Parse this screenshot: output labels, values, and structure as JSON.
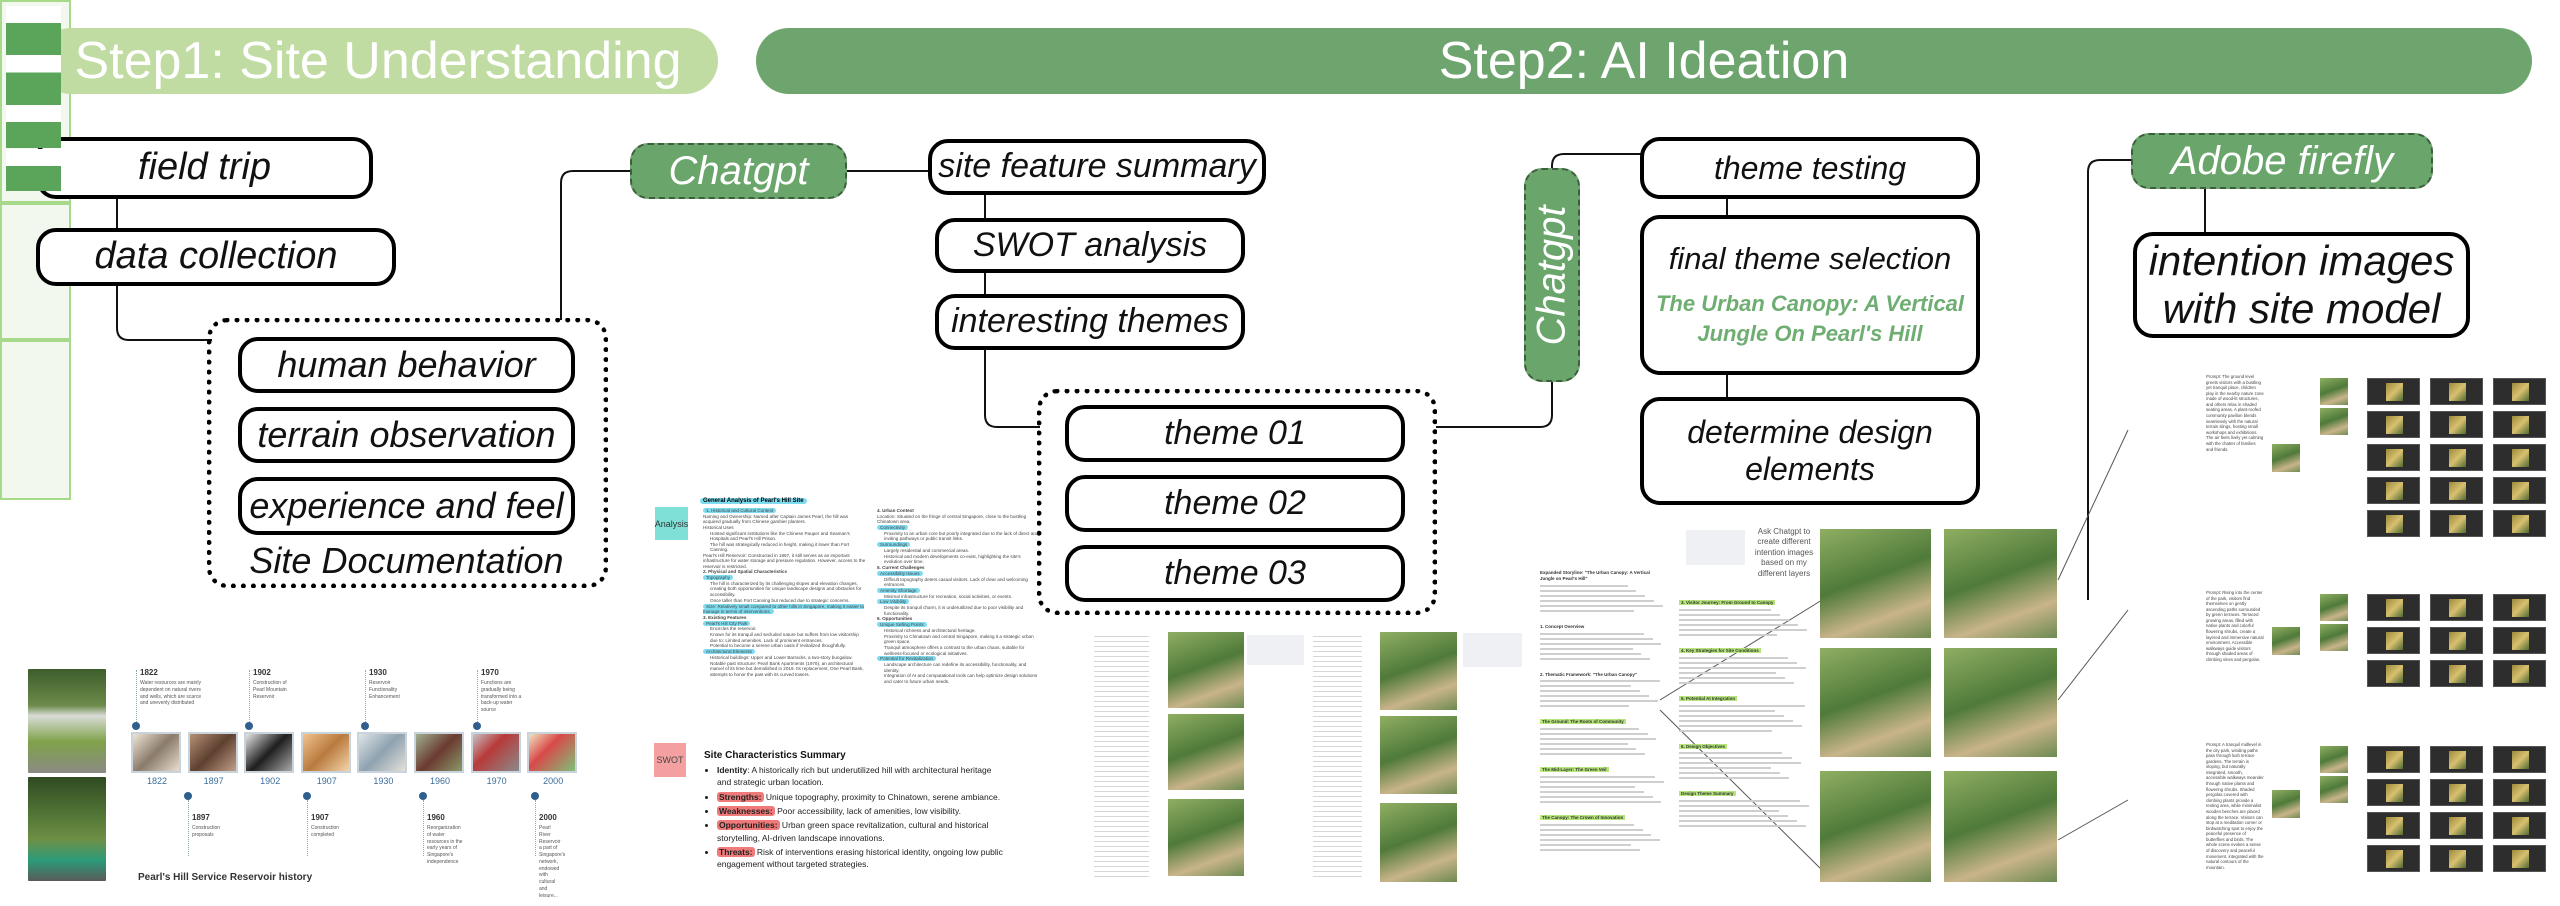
{
  "headers": {
    "step1": "Step1: Site Understanding",
    "step2": "Step2: AI Ideation",
    "step1_color": "#c1dca3",
    "step2_color": "#6ea56e"
  },
  "step1": {
    "field_trip": "field trip",
    "data_collection": "data collection",
    "documentation_items": [
      "human behavior",
      "terrain observation",
      "experience and feel"
    ],
    "documentation_label": "Site Documentation"
  },
  "step2": {
    "tool1": "Chatgpt",
    "outputs1": [
      "site feature summary",
      "SWOT analysis",
      "interesting themes"
    ],
    "themes": [
      "theme 01",
      "theme 02",
      "theme 03"
    ],
    "tool2": "Chatgpt",
    "theme_testing": "theme testing",
    "final_theme_selection": "final theme selection",
    "selected_theme": "The Urban Canopy: A Vertical Jungle On Pearl's Hill",
    "design_elements": "determine design elements",
    "tool3": "Adobe firefly",
    "intention_images": "intention images with site model",
    "pill_color": "#6aa66b",
    "theme_color": "#6fae72"
  },
  "timeline": {
    "title": "Pearl's Hill Service Reservoir history",
    "thumb_years": [
      "1822",
      "1897",
      "1902",
      "1907",
      "1930",
      "1960",
      "1970",
      "2000"
    ],
    "events_top": [
      {
        "year": "1822",
        "text": "Water resources are mainly dependent on natural rivers and wells, which are scarce and unevenly distributed"
      },
      {
        "year": "1902",
        "text": "Construction of Pearl Mountain Reservoir"
      },
      {
        "year": "1930",
        "text": "Reservoir Functionality Enhancement"
      },
      {
        "year": "1970",
        "text": "Functions are gradually being transformed into a back-up water source"
      }
    ],
    "events_bottom": [
      {
        "year": "1897",
        "text": "Construction proposals"
      },
      {
        "year": "1907",
        "text": "Construction completed"
      },
      {
        "year": "1960",
        "text": "Reorganization of water resources in the early years of Singapore's independence"
      },
      {
        "year": "2000",
        "text": "Pearl River Reservoir a part of Singapore's network, endowed with cultural and leisure..."
      }
    ]
  },
  "analysis": {
    "label": "Analysis",
    "title": "General Analysis of Pearl's Hill Site",
    "col1": [
      {
        "type": "tag",
        "text": "1. Historical and Cultural Context"
      },
      {
        "type": "bullet",
        "text": "Naming and Ownership: Named after Captain James Pearl, the hill was acquired gradually from Chinese gambier planters."
      },
      {
        "type": "bullet",
        "text": "Historical Uses"
      },
      {
        "type": "sub",
        "text": "Hosted significant institutions like the Chinese Pauper and Seaman's Hospitals and Pearl's Hill Prison."
      },
      {
        "type": "sub",
        "text": "The hill was strategically reduced in height, making it lower than Fort Canning."
      },
      {
        "type": "bullet",
        "text": "Pearl's Hill Reservoir: Constructed in 1897, it still serves as an important infrastructure for water storage and pressure regulation. However, access to the reservoir is restricted."
      },
      {
        "type": "head",
        "text": "2. Physical and Spatial Characteristics"
      },
      {
        "type": "tag",
        "text": "Topography"
      },
      {
        "type": "sub",
        "text": "The hill is characterized by its challenging slopes and elevation changes, creating both opportunities for unique landscape designs and obstacles for accessibility."
      },
      {
        "type": "sub",
        "text": "Once taller than Fort Canning but reduced due to strategic concerns."
      },
      {
        "type": "tag",
        "text": "Size: Relatively small compared to other hills in Singapore, making it easier to manage in terms of interventions."
      },
      {
        "type": "head",
        "text": "3. Existing Features"
      },
      {
        "type": "tag",
        "text": "Pearl's Hill City Park"
      },
      {
        "type": "sub",
        "text": "Encircles the reservoir."
      },
      {
        "type": "sub",
        "text": "Known for its tranquil and secluded nature but suffers from low visitorship due to: Limited amenities. Lack of prominent entrances."
      },
      {
        "type": "sub",
        "text": "Potential to become a serene urban oasis if revitalized thoughtfully."
      },
      {
        "type": "tag",
        "text": "Architectural Elements"
      },
      {
        "type": "sub",
        "text": "Historical buildings: Upper and Lower Barracks, a two-story bungalow."
      },
      {
        "type": "sub",
        "text": "Notable past structure: Pearl Bank Apartments (1976), an architectural marvel of its time but demolished in 2019. Its replacement, One Pearl Bank, attempts to honor the past with its curved towers."
      }
    ],
    "col2": [
      {
        "type": "head",
        "text": "4. Urban Context"
      },
      {
        "type": "bullet",
        "text": "Location: Situated on the fringe of central Singapore, close to the bustling Chinatown area."
      },
      {
        "type": "tag",
        "text": "Connectivity"
      },
      {
        "type": "sub",
        "text": "Proximity to an urban core but poorly integrated due to the lack of direct and inviting pathways or public transit links."
      },
      {
        "type": "tag",
        "text": "Surroundings"
      },
      {
        "type": "sub",
        "text": "Largely residential and commercial areas."
      },
      {
        "type": "sub",
        "text": "Historical and modern developments co-exist, highlighting the site's evolution over time."
      },
      {
        "type": "head",
        "text": "5. Current Challenges"
      },
      {
        "type": "tag",
        "text": "Accessibility Issues"
      },
      {
        "type": "sub",
        "text": "Difficult topography deters casual visitors. Lack of clear and welcoming entrances."
      },
      {
        "type": "tag",
        "text": "Amenity Shortage"
      },
      {
        "type": "sub",
        "text": "Minimal infrastructure for recreation, social activities, or events."
      },
      {
        "type": "tag",
        "text": "Low Visibility"
      },
      {
        "type": "sub",
        "text": "Despite its tranquil charm, it is underutilized due to poor visibility and functionality."
      },
      {
        "type": "head",
        "text": "6. Opportunities"
      },
      {
        "type": "tag",
        "text": "Unique Selling Points"
      },
      {
        "type": "sub",
        "text": "Historical richness and architectural heritage."
      },
      {
        "type": "sub",
        "text": "Proximity to Chinatown and central Singapore, making it a strategic urban green space."
      },
      {
        "type": "sub",
        "text": "Tranquil atmosphere offers a contrast to the urban chaos, suitable for wellness-focused or ecological initiatives."
      },
      {
        "type": "tag",
        "text": "Potential for Revitalization"
      },
      {
        "type": "sub",
        "text": "Landscape architecture can redefine its accessibility, functionality, and identity."
      },
      {
        "type": "sub",
        "text": "Integration of AI and computational tools can help optimize design solutions and cater to future urban needs."
      }
    ]
  },
  "swot": {
    "label": "SWOT",
    "title": "Site Characteristics Summary",
    "items": [
      {
        "key": "Identity",
        "text": ": A historically rich but underutilized hill with architectural heritage and strategic urban location.",
        "highlight": false
      },
      {
        "key": "Strengths:",
        "text": " Unique topography, proximity to Chinatown, serene ambiance.",
        "highlight": true
      },
      {
        "key": "Weaknesses:",
        "text": " Poor accessibility, lack of amenities, low visibility.",
        "highlight": true
      },
      {
        "key": "Opportunities:",
        "text": " Urban green space revitalization, cultural and historical storytelling, AI-driven landscape innovations.",
        "highlight": true
      },
      {
        "key": "Threats:",
        "text": " Risk of interventions erasing historical identity, ongoing low public engagement without targeted strategies.",
        "highlight": true
      }
    ]
  },
  "design_doc": {
    "headings": [
      "Expanded Storyline: \"The Urban Canopy: A Vertical Jungle on Pearl's Hill\"",
      "1. Concept Overview",
      "2. Thematic Framework: \"The Urban Canopy\"",
      "The Ground: The Roots of Community",
      "The Mid-Layer: The Green Veil",
      "The Canopy: The Crown of Innovation"
    ],
    "headings2": [
      "3. Visitor Journey: From Ground to Canopy",
      "4. Key Strategies for Site Conditions",
      "5. Potential AI Integration",
      "6. Design Objectives",
      "Design Theme Summary"
    ],
    "ask_note": "Ask Chatgpt to create different intention images based on my different layers"
  },
  "prompts": [
    "Prompt: The ground level greets visitors with a bustling yet tranquil place, children play in the nearby nature zone made of wood-lit structures, and others relax in shaded seating areas. A plant-roofed community pavilion blends seamlessly with the natural terrain slings, hosting small workshops and exhibitions. The air feels lively yet calming with the chatter of families and friends.",
    "Prompt: Rising into the center of the park, visitors find themselves on gently ascending paths surrounded by green terraces. Terraced growing areas, filled with native plants and colorful flowering shrubs, create a layered and immersive natural environment. Accessible walkways guide visitors through shaded areas of climbing vines and pergolas.",
    "Prompt: A tranquil midlevel in the city park, winding paths pass through lush terrace gardens. The terrain is sloping, but naturally integrated, smooth, accessible walkways meander through native plants and flowering shrubs. Shaded pergolas covered with climbing plants provide a resting area, while minimalist wooden benches are placed along the terrace. Visitors can stop at a meditation corner or birdwatching spot to enjoy the peaceful presence of butterflies and birds. The whole scene evokes a sense of discovery and peaceful movement, integrated with the natural contours of the mountain."
  ]
}
